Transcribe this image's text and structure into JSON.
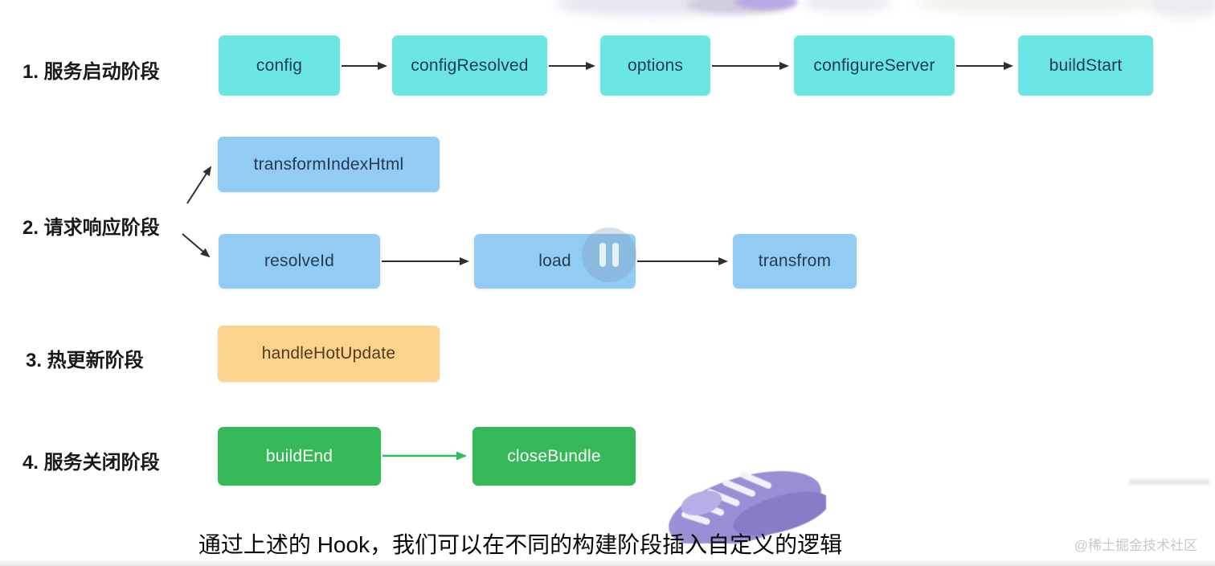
{
  "diagram": {
    "stages": [
      {
        "label": "1. 服务启动阶段",
        "nodes": [
          {
            "label": "config"
          },
          {
            "label": "configResolved"
          },
          {
            "label": "options"
          },
          {
            "label": "configureServer"
          },
          {
            "label": "buildStart"
          }
        ],
        "box_color": "#6ce5e5"
      },
      {
        "label": "2. 请求响应阶段",
        "nodes": [
          {
            "label": "transformIndexHtml"
          },
          {
            "label": "resolveId"
          },
          {
            "label": "load"
          },
          {
            "label": "transfrom"
          }
        ],
        "box_color": "#92ccf2"
      },
      {
        "label": "3. 热更新阶段",
        "nodes": [
          {
            "label": "handleHotUpdate"
          }
        ],
        "box_color": "#fbd38d"
      },
      {
        "label": "4. 服务关闭阶段",
        "nodes": [
          {
            "label": "buildEnd"
          },
          {
            "label": "closeBundle"
          }
        ],
        "box_color": "#35b857"
      }
    ],
    "arrow_color": "#2f2f2f",
    "green_arrow_color": "#2ebd59"
  },
  "player": {
    "state_icon": "pause"
  },
  "caption": "通过上述的 Hook，我们可以在不同的构建阶段插入自定义的逻辑",
  "watermark": "@稀土掘金技术社区"
}
